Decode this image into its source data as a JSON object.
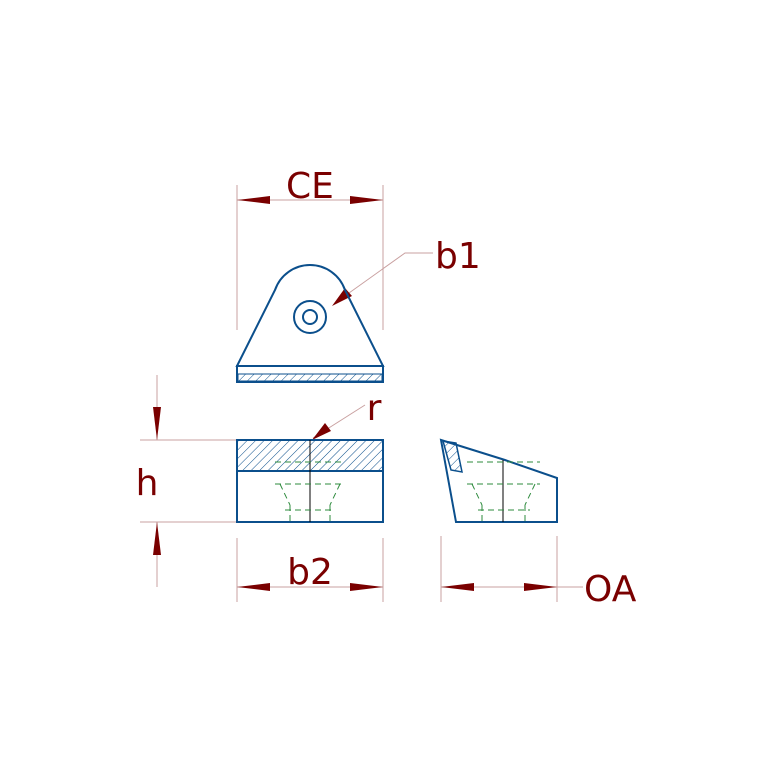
{
  "labels": {
    "ce": "CE",
    "b1": "b1",
    "r": "r",
    "h": "h",
    "b2": "b2",
    "oa": "OA"
  },
  "colors": {
    "part_outline": "#0b4f8c",
    "dimension_text": "#7a0000",
    "dimension_arrow": "#7a0000",
    "extension_line": "#c9a0a0",
    "hidden_line": "#2e8b3e",
    "background": "#ffffff"
  }
}
